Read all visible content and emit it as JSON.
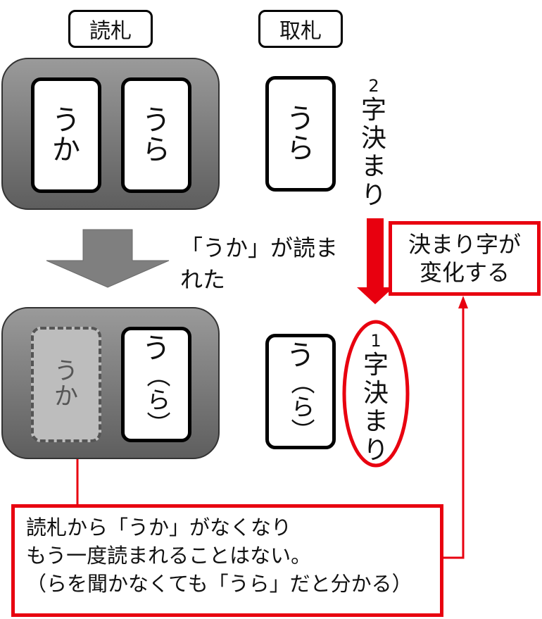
{
  "headers": {
    "yomifuda": "読札",
    "torifuda": "取札"
  },
  "top": {
    "yomi_cards": [
      [
        "う",
        "か"
      ],
      [
        "う",
        "ら"
      ]
    ],
    "tori_card": [
      "う",
      "ら"
    ],
    "kimariji_chars": [
      "2",
      "字",
      "決",
      "ま",
      "り"
    ]
  },
  "transition": {
    "line1": "「うか」が読ま",
    "line2": "れた"
  },
  "callout_right": {
    "line1": "決まり字が",
    "line2": "変化する"
  },
  "bottom": {
    "yomi_faded_card": [
      "う",
      "か"
    ],
    "yomi_card": {
      "top": "う",
      "mid": "（ら）"
    },
    "tori_card": {
      "top": "う",
      "mid": "（ら）"
    },
    "kimariji_chars": [
      "1",
      "字",
      "決",
      "ま",
      "り"
    ]
  },
  "note": {
    "line1": "読札から「うか」がなくなり",
    "line2": "もう一度読まれることはない。",
    "line3": "（らを聞かなくても「うら」だと分かる）"
  },
  "colors": {
    "accent_red": "#e8000f",
    "arrow_gray": "#7f7f7f"
  }
}
